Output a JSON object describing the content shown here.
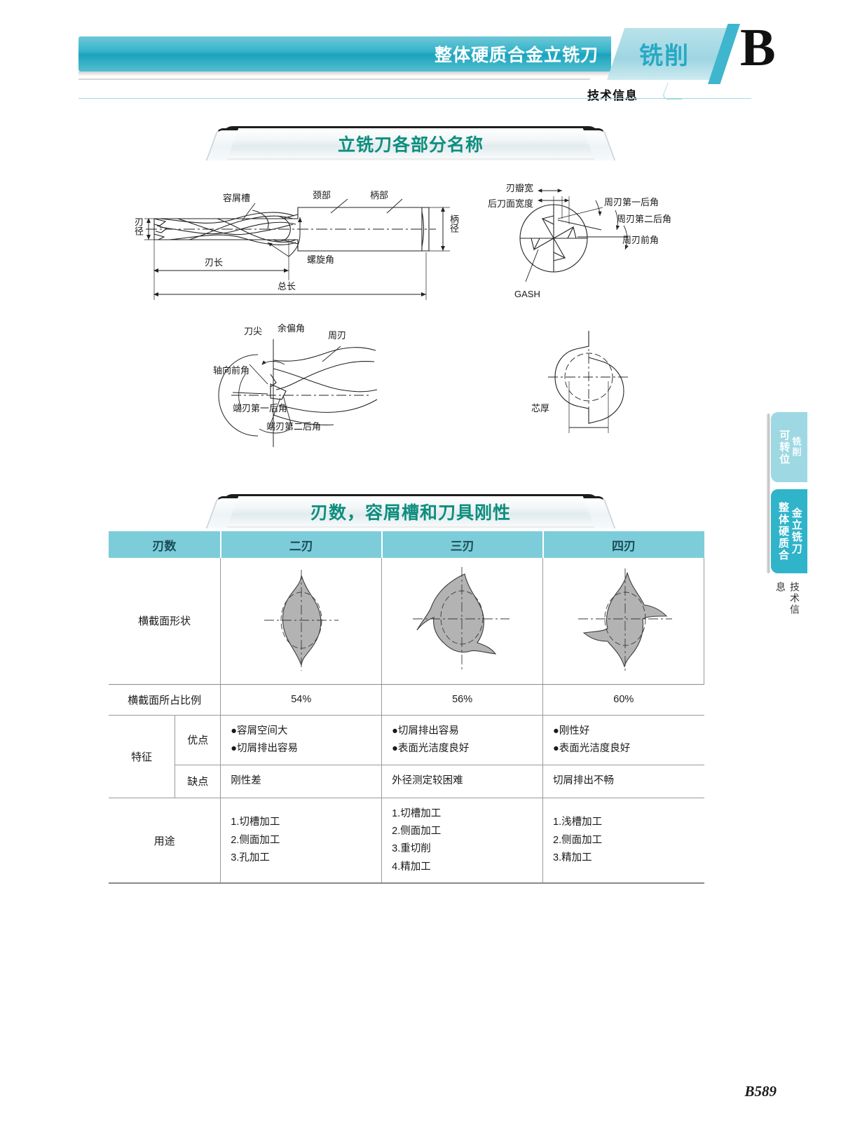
{
  "header": {
    "bar_title": "整体硬质合金立铣刀",
    "slant_label": "铣削",
    "section_letter": "B",
    "subtitle": "技术信息"
  },
  "section1": {
    "title": "立铣刀各部分名称",
    "labels": {
      "flute": "容屑槽",
      "neck": "颈部",
      "shank": "柄部",
      "cut_dia": "刃径",
      "shank_dia": "柄径",
      "flute_len": "刃长",
      "overall_len": "总长",
      "helix_angle": "螺旋角",
      "land_width": "刃瓣宽",
      "flank_width": "后刀面宽度",
      "periph_first_relief": "周刃第一后角",
      "periph_second_relief": "周刃第二后角",
      "periph_rake": "周刃前角",
      "gash": "GASH",
      "corner": "刀尖",
      "end_cutting_edge_angle": "余偏角",
      "peripheral_edge": "周刃",
      "axial_rake": "轴向前角",
      "end_first_relief": "端刃第一后角",
      "end_second_relief": "端刃第二后角",
      "core_thickness": "芯厚"
    }
  },
  "section2": {
    "title": "刃数，容屑槽和刀具刚性",
    "table": {
      "headers": [
        "刃数",
        "二刃",
        "三刃",
        "四刃"
      ],
      "row_shape_label": "横截面形状",
      "row_ratio_label": "横截面所占比例",
      "row_ratio_values": [
        "54%",
        "56%",
        "60%"
      ],
      "row_feature_label": "特征",
      "row_merit_label": "优点",
      "row_merits": [
        [
          "●容屑空间大",
          "●切屑排出容易"
        ],
        [
          "●切屑排出容易",
          "●表面光洁度良好"
        ],
        [
          "●刚性好",
          "●表面光洁度良好"
        ]
      ],
      "row_demerit_label": "缺点",
      "row_demerits": [
        "刚性差",
        "外径测定较困难",
        "切屑排出不畅"
      ],
      "row_use_label": "用途",
      "row_uses": [
        [
          "1.切槽加工",
          "2.侧面加工",
          "3.孔加工"
        ],
        [
          "1.切槽加工",
          "2.侧面加工",
          "3.重切削",
          "4.精加工"
        ],
        [
          "1.浅槽加工",
          "2.侧面加工",
          "3.精加工"
        ]
      ]
    }
  },
  "side_tabs": {
    "tab1_line1": "可转位",
    "tab1_line2": "铣削",
    "tab2_line1": "整体硬质合",
    "tab2_line2": "金立铣刀",
    "note": "技术信息"
  },
  "footer": {
    "page": "B589"
  },
  "colors": {
    "header_teal": "#1ba3bd",
    "title_green": "#0d8e7e",
    "table_header": "#7ccdd9",
    "tab_active": "#2fb4ca",
    "tab_inactive": "#9ed9e3",
    "shape_fill": "#b3b3b3"
  }
}
